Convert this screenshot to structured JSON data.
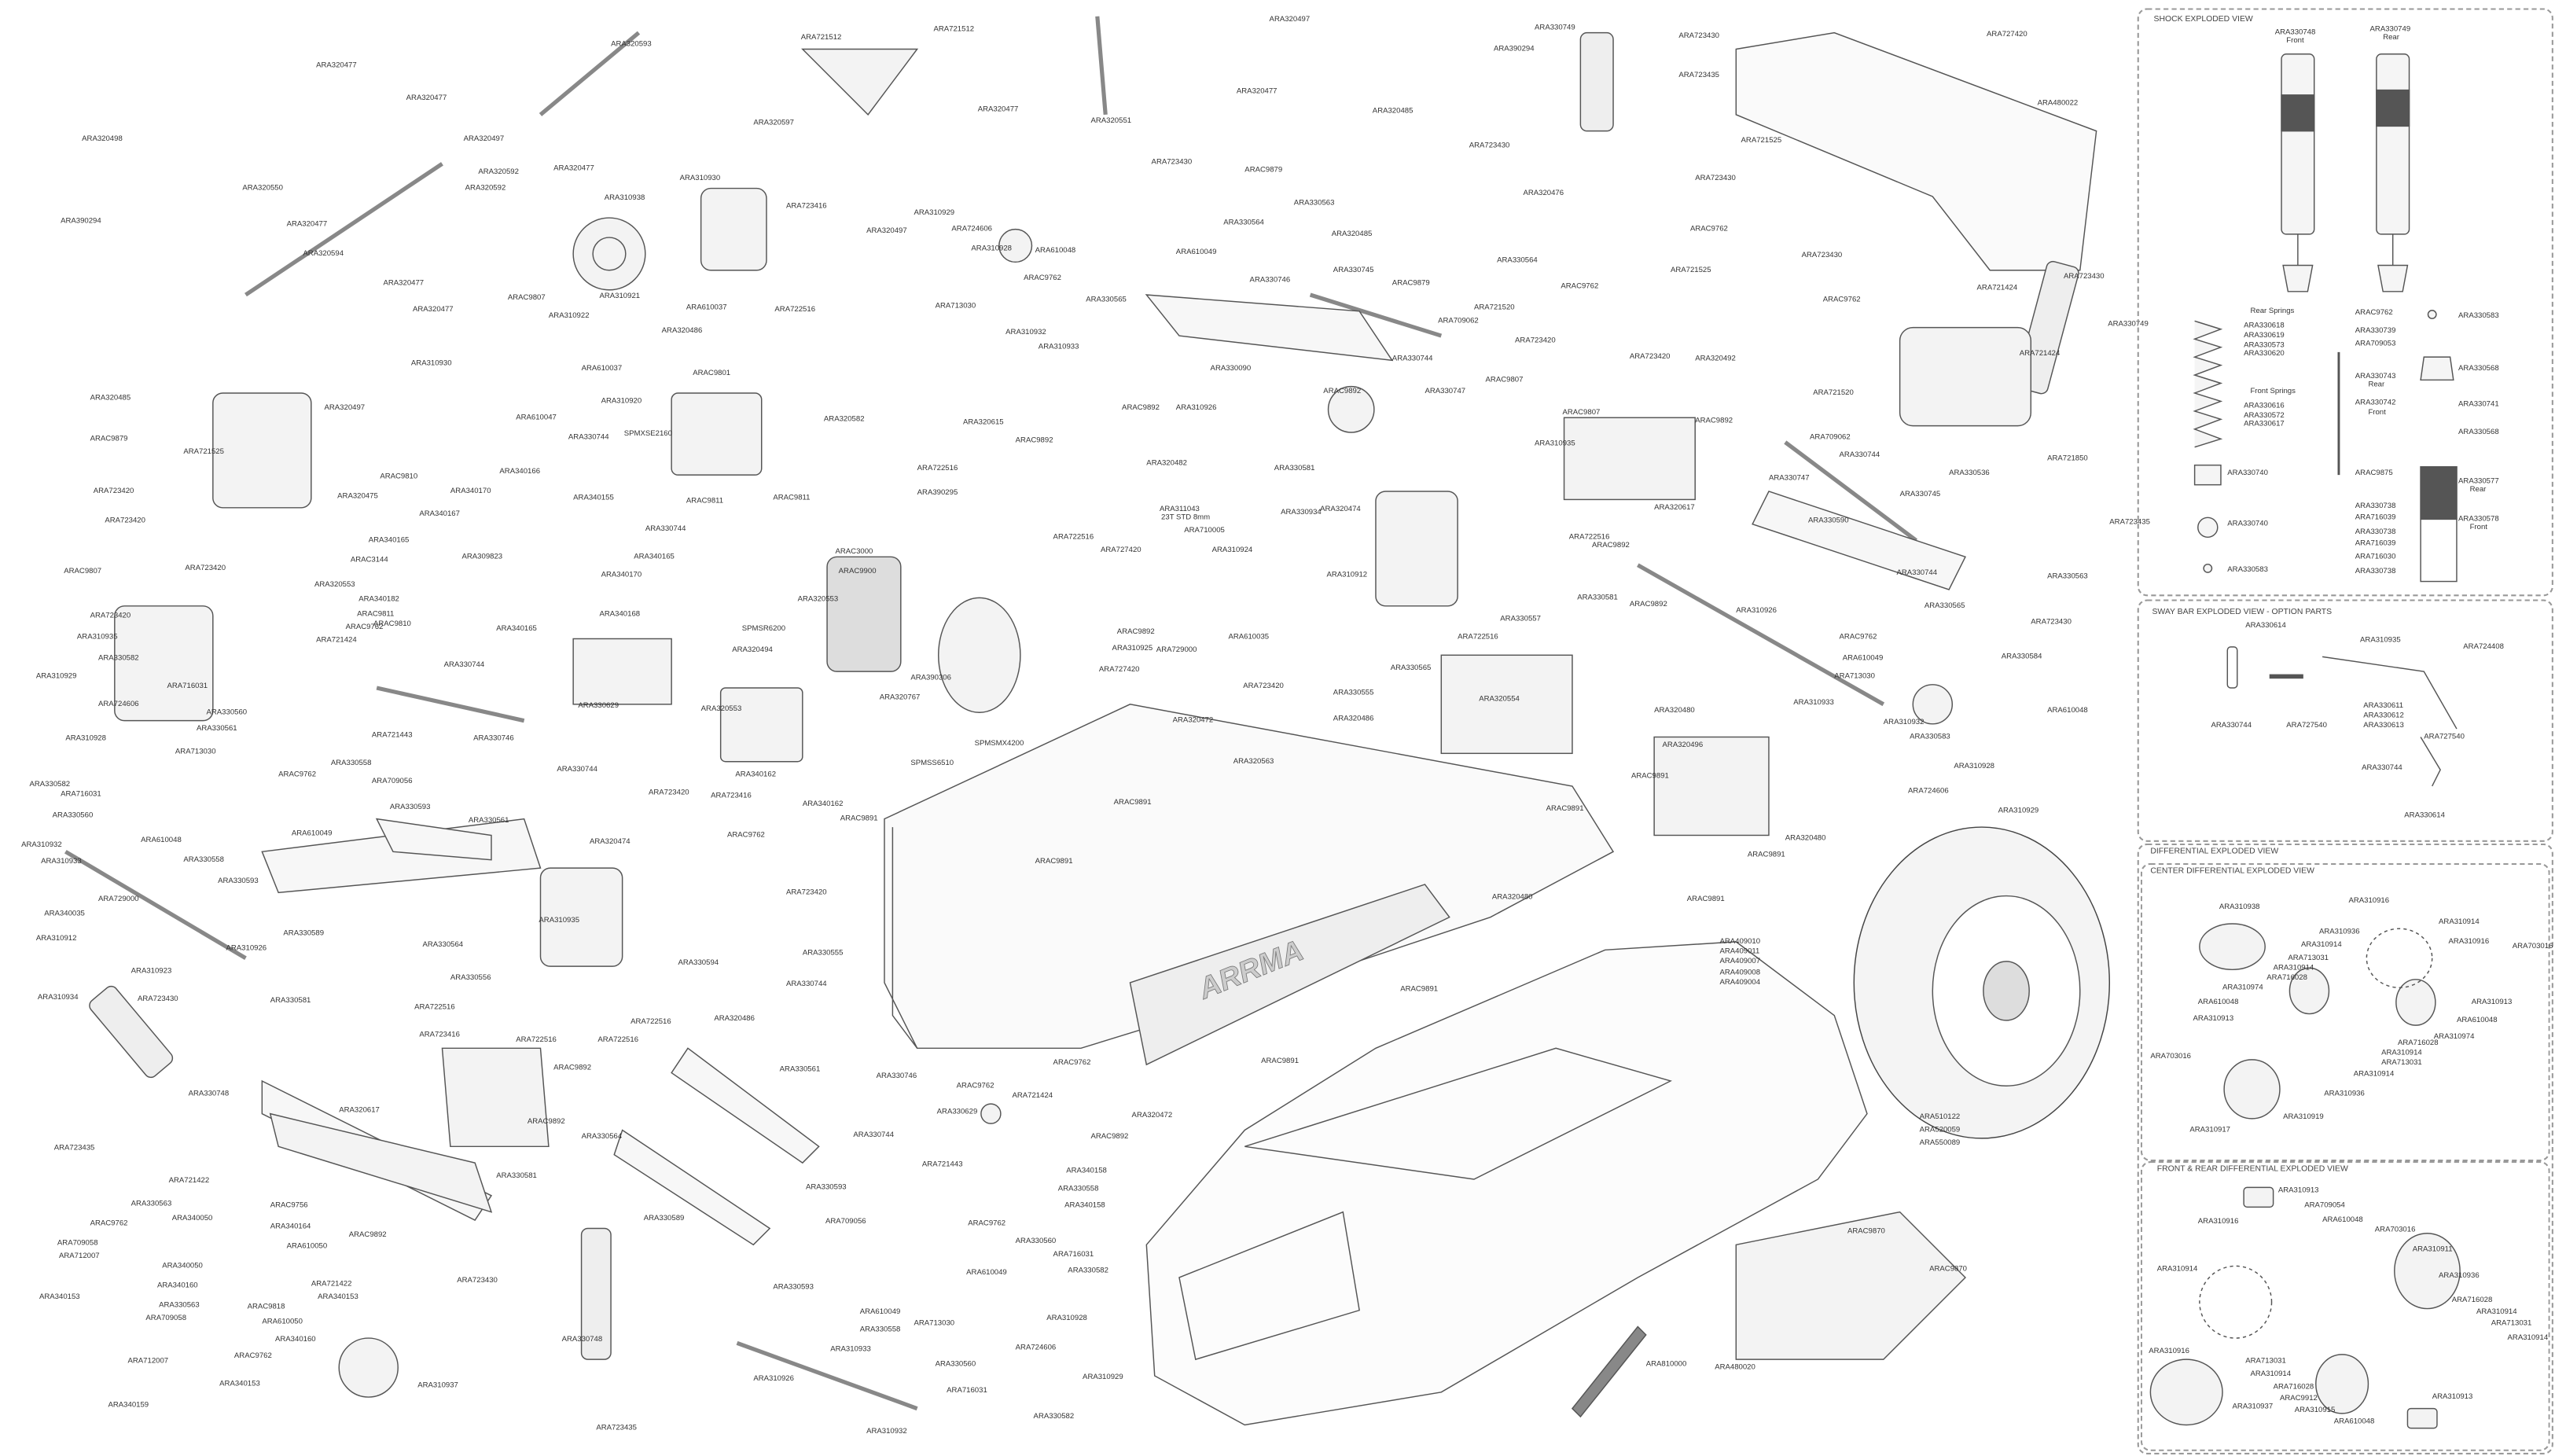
{
  "main_diagram": {
    "labels": [
      "ARA320477",
      "ARA320593",
      "ARA721512",
      "ARA721512",
      "ARA320497",
      "ARA330749",
      "ARA723430",
      "ARA727420",
      "ARA390294",
      "ARA723435",
      "ARA320498",
      "ARA320497",
      "ARA320477",
      "ARA320597",
      "ARA320477",
      "ARA320477",
      "ARA320485",
      "ARA480022",
      "ARA320550",
      "ARA320592",
      "ARA320592",
      "ARA320477",
      "ARA310930",
      "ARA320551",
      "ARA723430",
      "ARAC9879",
      "ARA723430",
      "ARA721525",
      "ARA723430",
      "ARA390294",
      "ARA320477",
      "ARA320594",
      "ARA310938",
      "ARA723416",
      "ARA310929",
      "ARA320497",
      "ARA724606",
      "ARA330564",
      "ARA330563",
      "ARA320485",
      "ARA320476",
      "ARA610048",
      "ARA310928",
      "ARA610049",
      "ARA330564",
      "ARAC9762",
      "ARA723430",
      "ARA721525",
      "ARA723430",
      "ARA320477",
      "ARAC9807",
      "ARA310921",
      "ARA610037",
      "ARAC9762",
      "ARA330565",
      "ARA713030",
      "ARA722516",
      "ARA330745",
      "ARA330746",
      "ARAC9879",
      "ARA721520",
      "ARAC9762",
      "ARAC9762",
      "ARA721424",
      "ARA330749",
      "ARA320477",
      "ARA310922",
      "ARA320486",
      "ARA709062",
      "ARA723420",
      "ARA310932",
      "ARA310933",
      "ARA721424",
      "ARA310930",
      "ARA610037",
      "ARAC9801",
      "ARA330090",
      "ARA330744",
      "ARA330747",
      "ARAC9807",
      "ARA723420",
      "ARA320492",
      "ARA320497",
      "ARA310920",
      "SPMXSE2160",
      "ARA320582",
      "ARAC9892",
      "ARA310926",
      "ARAC9892",
      "ARA320615",
      "ARAC9807",
      "ARA721520",
      "ARAC9892",
      "ARA709062",
      "ARA320485",
      "ARA610047",
      "ARAC9879",
      "ARA721525",
      "ARA330744",
      "ARA340166",
      "ARA320475",
      "ARA340155",
      "ARA340170",
      "ARAC9810",
      "ARAC9811",
      "ARAC9811",
      "ARA330744",
      "ARA330747",
      "ARA330581",
      "ARA320482",
      "ARAC9892",
      "ARA722516",
      "ARA310935",
      "ARA330536",
      "ARA721850",
      "ARA330745",
      "ARA723420",
      "ARA723420",
      "ARA340167",
      "ARA330744",
      "ARA390295",
      "ARA311043",
      "23T STD 8mm",
      "ARA710005",
      "ARA330934",
      "ARA320474",
      "ARA320617",
      "ARA330590",
      "ARA723435",
      "ARA340165",
      "ARA340165",
      "ARA340170",
      "ARA723420",
      "ARAC9807",
      "ARAC3144",
      "ARA309823",
      "ARAC3000",
      "ARAC9900",
      "ARA722516",
      "ARA727420",
      "ARA310924",
      "ARA722516",
      "ARAC9892",
      "ARA330744",
      "ARA330563",
      "ARA320553",
      "ARA340182",
      "ARAC9811",
      "ARAC9810",
      "ARAC9762",
      "ARA723420",
      "ARA310935",
      "ARA340165",
      "ARA340168",
      "ARA320553",
      "ARA330557",
      "ARA330581",
      "ARAC9892",
      "ARA310926",
      "ARA330565",
      "ARA723430",
      "ARA310912",
      "ARA330582",
      "ARA721424",
      "ARA330744",
      "SPMSR6200",
      "ARA320494",
      "ARAC9892",
      "ARA310925",
      "ARA729000",
      "ARA610035",
      "ARA722516",
      "ARAC9762",
      "ARA610049",
      "ARA330584",
      "ARA310929",
      "ARA716031",
      "ARA330629",
      "ARA390306",
      "ARA727420",
      "ARA723420",
      "ARA330555",
      "ARA330565",
      "ARA310933",
      "ARA713030",
      "ARA610048",
      "ARA724606",
      "ARA330560",
      "ARA310928",
      "ARA330561",
      "ARA713030",
      "ARA721443",
      "ARA330746",
      "ARA320553",
      "ARA320767",
      "ARA320472",
      "ARA320486",
      "ARA320554",
      "ARA320480",
      "ARA310932",
      "ARA330583",
      "ARA330582",
      "ARA716031",
      "ARA330558",
      "ARAC9762",
      "ARA709056",
      "ARA330744",
      "ARA340162",
      "SPMSS6510",
      "SPMSMX4200",
      "ARA320563",
      "ARA320496",
      "ARAC9891",
      "ARA724606",
      "ARA310928",
      "ARA310929",
      "ARA723420",
      "ARA723416",
      "ARA340162",
      "ARAC9891",
      "ARAC9891",
      "ARA330593",
      "ARA330560",
      "ARA610049",
      "ARA330561",
      "ARAC9891",
      "ARA320480",
      "ARA310932",
      "ARA610048",
      "ARA320474",
      "ARAC9762",
      "ARAC9891",
      "ARAC9891",
      "ARA310933",
      "ARA330558",
      "ARA330593",
      "ARA320480",
      "ARAC9891",
      "ARA729000",
      "ARA310935",
      "ARA723420",
      "ARA330589",
      "ARA340035",
      "ARA310912",
      "ARA310926",
      "ARA330564",
      "ARA330555",
      "ARA330594",
      "ARA409010",
      "ARA409011",
      "ARA409007",
      "ARA409008",
      "ARA409004",
      "ARA310923",
      "ARA330556",
      "ARA330744",
      "ARAC9891",
      "ARA310934",
      "ARA723430",
      "ARA330581",
      "ARA722516",
      "ARA723416",
      "ARA320486",
      "ARA722516",
      "ARA722516",
      "ARA722516",
      "ARAC9892",
      "ARA330561",
      "ARAC9891",
      "ARA330746",
      "ARAC9762",
      "ARAC9762",
      "ARA721424",
      "ARA330748",
      "ARA330629",
      "ARA320472",
      "ARA320617",
      "ARAC9892",
      "ARA330564",
      "ARA330744",
      "ARAC9892",
      "ARA510122",
      "ARA520059",
      "ARA550089",
      "ARA723435",
      "ARA721443",
      "ARA330593",
      "ARA340158",
      "ARA330558",
      "ARA340158",
      "ARA721422",
      "ARA330581",
      "ARA330563",
      "ARAC9756",
      "ARA340050",
      "ARAC9762",
      "ARA340164",
      "ARA330589",
      "ARAC9892",
      "ARA709056",
      "ARAC9762",
      "ARA330560",
      "ARA709058",
      "ARA712007",
      "ARA610050",
      "ARA340050",
      "ARA340160",
      "ARA721422",
      "ARA340153",
      "ARA723430",
      "ARA330582",
      "ARA610049",
      "ARA716031",
      "ARA340153",
      "ARA330563",
      "ARA709058",
      "ARAC9818",
      "ARA610050",
      "ARA340160",
      "ARA330593",
      "ARA610049",
      "ARA713030",
      "ARA330558",
      "ARA310928",
      "ARAC9870",
      "ARAC9870",
      "ARA712007",
      "ARAC9762",
      "ARA340153",
      "ARA330748",
      "ARA310937",
      "ARA310933",
      "ARA330560",
      "ARA724606",
      "ARA310929",
      "ARA310926",
      "ARA810000",
      "ARA480020",
      "ARA340159",
      "ARA716031",
      "ARA723435",
      "ARA330582",
      "ARA310932"
    ],
    "brand_logo_text": "ARRMA"
  },
  "shock_panel": {
    "title": "SHOCK EXPLODED VIEW",
    "labels": [
      "ARA330748",
      "Front",
      "ARA330749",
      "Rear",
      "Rear Springs",
      "ARA330618",
      "ARA330619",
      "ARA330573",
      "ARA330620",
      "Front Springs",
      "ARA330616",
      "ARA330572",
      "ARA330617",
      "ARA330740",
      "ARA330740",
      "ARA330583",
      "ARAC9762",
      "ARA330739",
      "ARA709053",
      "ARA330743",
      "Rear",
      "ARA330742",
      "Front",
      "ARAC9875",
      "ARA330738",
      "ARA716039",
      "ARA330738",
      "ARA716039",
      "ARA716030",
      "ARA330738",
      "ARA330583",
      "ARA330568",
      "ARA330741",
      "ARA330568",
      "ARA330577",
      "Rear",
      "ARA330578",
      "Front"
    ]
  },
  "sway_panel": {
    "title": "SWAY BAR EXPLODED VIEW - OPTION PARTS",
    "labels": [
      "ARA330614",
      "ARA310935",
      "ARA724408",
      "ARA330744",
      "ARA727540",
      "ARA330611",
      "ARA330612",
      "ARA330613",
      "ARA727540",
      "ARA330744",
      "ARA330614"
    ]
  },
  "diff_panel": {
    "title": "DIFFERENTIAL EXPLODED VIEW",
    "center": {
      "title": "CENTER DIFFERENTIAL EXPLODED VIEW",
      "labels": [
        "ARA310938",
        "ARA310916",
        "ARA310914",
        "ARA310936",
        "ARA310914",
        "ARA310916",
        "ARA703016",
        "ARA713031",
        "ARA310914",
        "ARA716028",
        "ARA310974",
        "ARA610048",
        "ARA310913",
        "ARA310913",
        "ARA610048",
        "ARA310974",
        "ARA716028",
        "ARA703016",
        "ARA310914",
        "ARA713031",
        "ARA310914",
        "ARA310936",
        "ARA310919",
        "ARA310917"
      ]
    },
    "front_rear": {
      "title": "FRONT & REAR DIFFERENTIAL EXPLODED VIEW",
      "labels": [
        "ARA310913",
        "ARA709054",
        "ARA610048",
        "ARA310916",
        "ARA703016",
        "ARA310911",
        "ARA310914",
        "ARA310936",
        "ARA716028",
        "ARA310914",
        "ARA713031",
        "ARA310914",
        "ARA310916",
        "ARA713031",
        "ARA310914",
        "ARA716028",
        "ARAC9912",
        "ARA310913",
        "ARA310937",
        "ARA310915",
        "ARA610048"
      ]
    }
  }
}
